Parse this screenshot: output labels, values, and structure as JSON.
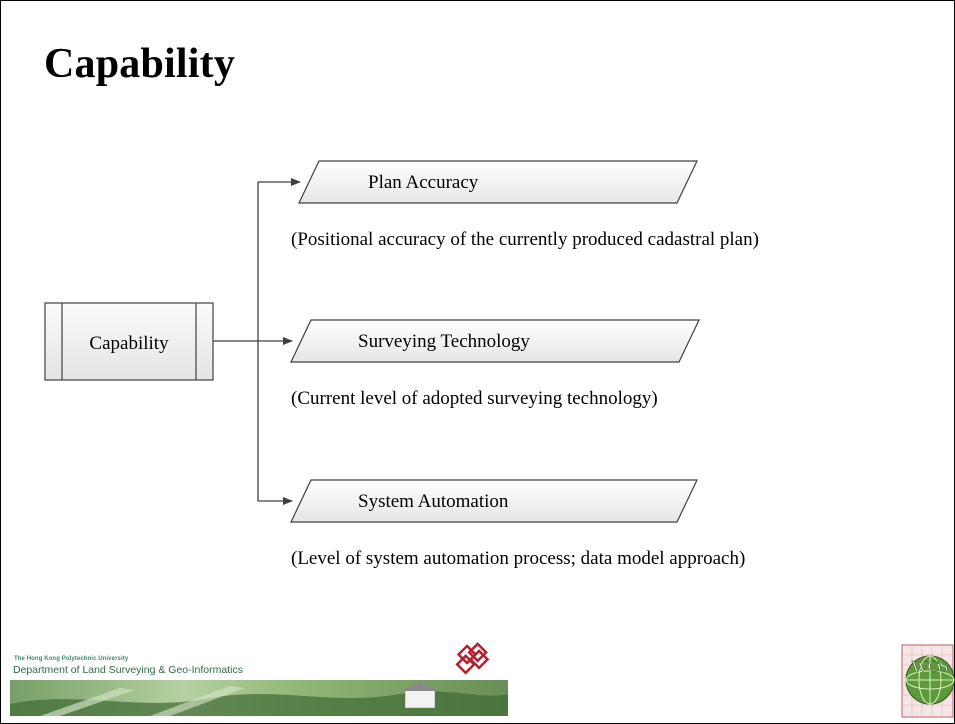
{
  "slide": {
    "title": "Capability"
  },
  "diagram": {
    "root": {
      "label": "Capability"
    },
    "branches": [
      {
        "label": "Plan Accuracy",
        "description": "(Positional accuracy of the currently produced cadastral plan)"
      },
      {
        "label": "Surveying Technology",
        "description": "(Current level of adopted surveying technology)"
      },
      {
        "label": "System Automation",
        "description": "(Level of system automation process; data model approach)"
      }
    ]
  },
  "footer": {
    "university": "The Hong Kong Polytechnic University",
    "department": "Department of Land Surveying & Geo-Informatics",
    "logo_right_text": "WCS",
    "colors": {
      "accent_green": "#2f6a4a",
      "banner_green": "#7aa85a",
      "polyu_red": "#b5202f"
    }
  }
}
